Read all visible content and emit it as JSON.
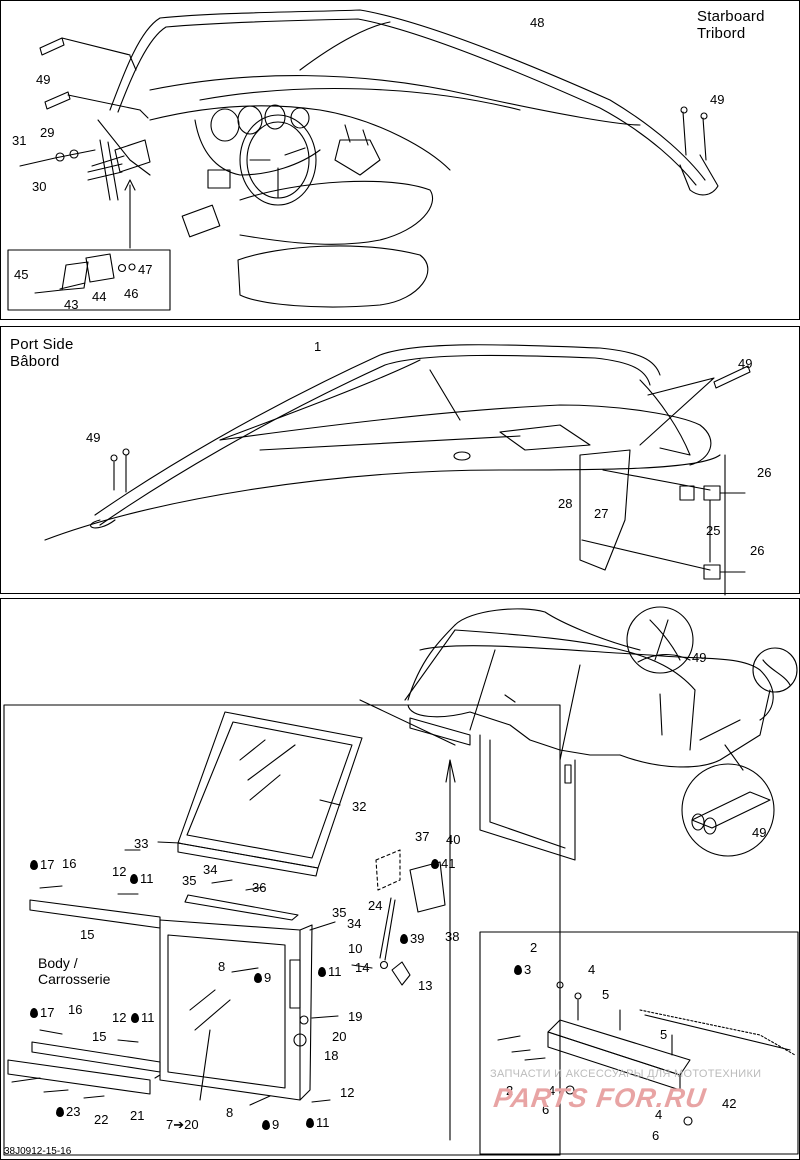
{
  "diagram_code": "38J0912-15-16",
  "panels": {
    "starboard": {
      "title_en": "Starboard",
      "title_fr": "Tribord"
    },
    "port": {
      "title_en": "Port Side",
      "title_fr": "Bâbord"
    },
    "door": {
      "body_label": "Body /",
      "body_label_fr": "Carrosserie"
    }
  },
  "watermark": {
    "main": "PARTS FOR.RU",
    "sub": "ЗАПЧАСТИ И АКСЕССУАРЫ ДЛЯ МОТОТЕХНИКИ"
  },
  "callouts": {
    "c48": "48",
    "c49a": "49",
    "c49b": "49",
    "c29": "29",
    "c31": "31",
    "c30": "30",
    "c45": "45",
    "c43": "43",
    "c44": "44",
    "c46": "46",
    "c47": "47",
    "c1": "1",
    "c49c": "49",
    "c49d": "49",
    "c26a": "26",
    "c26b": "26",
    "c25": "25",
    "c27": "27",
    "c28": "28",
    "c49e": "49",
    "c49f": "49",
    "c32": "32",
    "c33": "33",
    "c37": "37",
    "c40": "40",
    "c41": "41",
    "c17a": "17",
    "c16a": "16",
    "c12a": "12",
    "c11a": "11",
    "c34a": "34",
    "c35a": "35",
    "c36": "36",
    "c24": "24",
    "c39": "39",
    "c38": "38",
    "c15a": "15",
    "c35b": "35",
    "c34b": "34",
    "c10": "10",
    "c11b": "11",
    "c8a": "8",
    "c9a": "9",
    "c14": "14",
    "c13": "13",
    "c17b": "17",
    "c16b": "16",
    "c12b": "12",
    "c11c": "11",
    "c15b": "15",
    "c19": "19",
    "c20": "20",
    "c18": "18",
    "c23": "23",
    "c22": "22",
    "c21": "21",
    "c7to20": "7➔20",
    "c8b": "8",
    "c9b": "9",
    "c12c": "12",
    "c11d": "11",
    "c2a": "2",
    "c3": "3",
    "c4a": "4",
    "c5a": "5",
    "c5b": "5",
    "c2b": "2",
    "c4b": "4",
    "c6a": "6",
    "c42": "42",
    "c4c": "4",
    "c6b": "6"
  }
}
